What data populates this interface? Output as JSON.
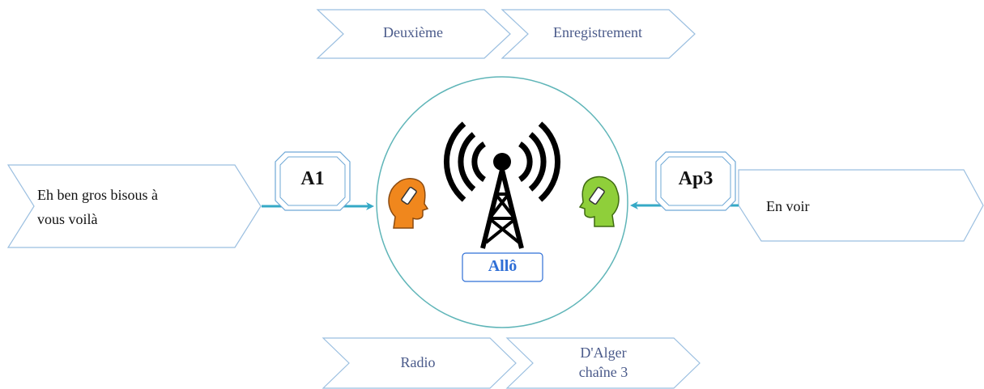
{
  "top_chevrons": [
    "Deuxième",
    "Enregistrement"
  ],
  "bottom_chevrons": [
    "Radio",
    "D'Alger\nchaîne 3"
  ],
  "left_callout": {
    "badge": "A1",
    "text": "Eh ben gros bisous à\nvous voilà"
  },
  "right_callout": {
    "badge": "Ap3",
    "text": "En voir"
  },
  "center": {
    "label": "Allô"
  },
  "colors": {
    "outline": "#6fa8d6",
    "circle": "#5fb5b8",
    "arrow": "#35a9c6",
    "label_blue": "#2f6fd6",
    "chevron_text": "#4a5a8a",
    "orange_head": "#f0871d",
    "green_head": "#8fcf3a"
  },
  "icons": [
    "antenna-icon",
    "orange-head-phone-icon",
    "green-head-phone-icon"
  ]
}
